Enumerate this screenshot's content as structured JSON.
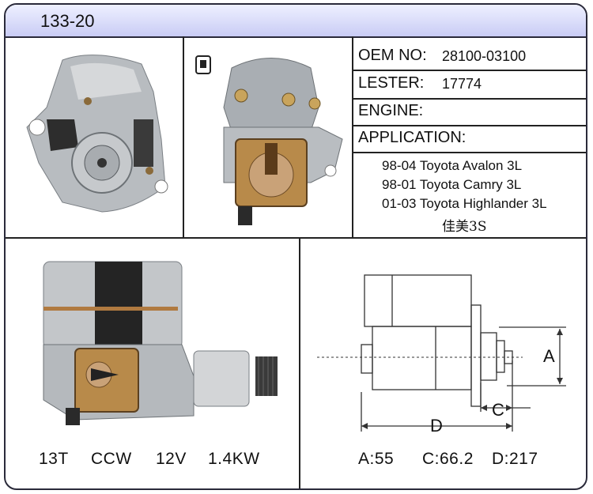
{
  "header": {
    "title": "133-20"
  },
  "specs": {
    "oem_label": "OEM NO:",
    "oem_value": "28100-03100",
    "lester_label": "LESTER:",
    "lester_value": "17774",
    "engine_label": "ENGINE:",
    "application_label": "APPLICATION:",
    "applications": [
      "98-04 Toyota Avalon 3L",
      "98-01 Toyota Camry 3L",
      "01-03 Toyota Highlander 3L",
      "佳美3S"
    ]
  },
  "product_specs": [
    "13T",
    "CCW",
    "12V",
    "1.4KW"
  ],
  "dimensions": {
    "label_a": "A",
    "label_c": "C",
    "label_d": "D",
    "values": [
      "A:55",
      "C:66.2",
      "D:217"
    ]
  }
}
